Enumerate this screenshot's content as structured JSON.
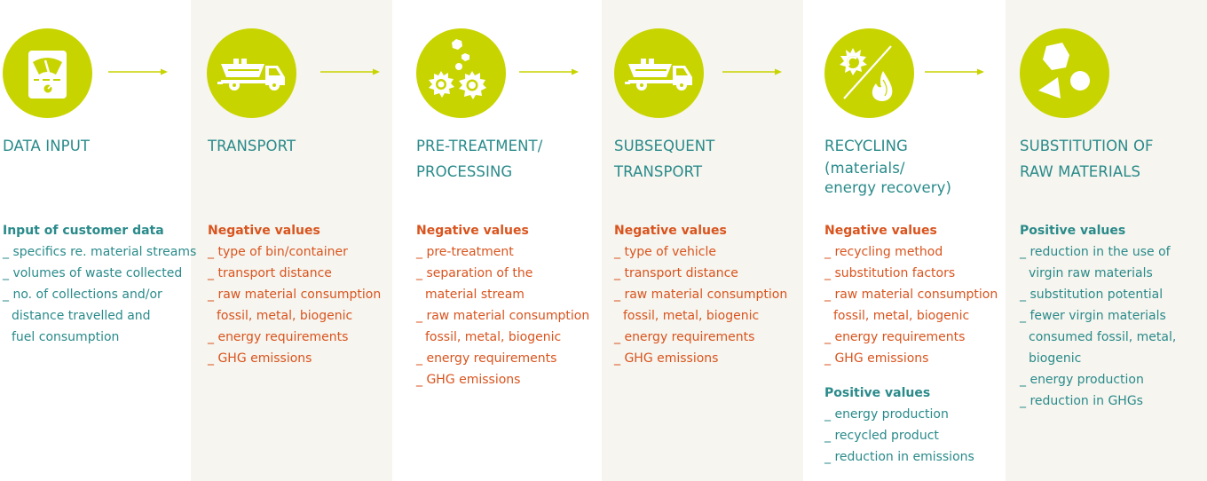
{
  "colors": {
    "accent_green": "#c8d400",
    "teal": "#2a8a8a",
    "orange": "#d9541e",
    "shaded_bg": "#f6f5ef"
  },
  "steps": [
    {
      "icon": "gauge-meter-icon",
      "title": [
        "DATA INPUT"
      ],
      "sections": [
        {
          "type": "pos",
          "heading": "Input of customer data",
          "items": [
            [
              "_ specifics re. material streams"
            ],
            [
              "_ volumes of waste collected"
            ],
            [
              "_ no. of collections and/or",
              "distance travelled and",
              "fuel consumption"
            ]
          ]
        }
      ]
    },
    {
      "icon": "skip-truck-icon",
      "title": [
        "TRANSPORT"
      ],
      "sections": [
        {
          "type": "neg",
          "heading": "Negative values",
          "items": [
            [
              "_ type of bin/container"
            ],
            [
              "_ transport distance"
            ],
            [
              "_ raw material consumption",
              "fossil, metal, biogenic"
            ],
            [
              "_ energy requirements"
            ],
            [
              "_ GHG emissions"
            ]
          ]
        }
      ]
    },
    {
      "icon": "gears-icon",
      "title": [
        "PRE-TREATMENT/",
        "PROCESSING"
      ],
      "sections": [
        {
          "type": "neg",
          "heading": "Negative values",
          "items": [
            [
              "_ pre-treatment"
            ],
            [
              "_ separation of the",
              "material stream"
            ],
            [
              "_ raw material consumption",
              "fossil, metal, biogenic"
            ],
            [
              "_ energy requirements"
            ],
            [
              "_ GHG emissions"
            ]
          ]
        }
      ]
    },
    {
      "icon": "skip-truck-icon",
      "title": [
        "SUBSEQUENT",
        "TRANSPORT"
      ],
      "sections": [
        {
          "type": "neg",
          "heading": "Negative values",
          "items": [
            [
              "_ type of vehicle"
            ],
            [
              "_ transport distance"
            ],
            [
              "_ raw material consumption",
              "fossil, metal, biogenic"
            ],
            [
              "_ energy requirements"
            ],
            [
              "_ GHG emissions"
            ]
          ]
        }
      ]
    },
    {
      "icon": "sun-flame-icon",
      "title": [
        "RECYCLING"
      ],
      "subtitle": [
        "(materials/",
        "energy recovery)"
      ],
      "sections": [
        {
          "type": "neg",
          "heading": "Negative values",
          "items": [
            [
              "_ recycling method"
            ],
            [
              "_ substitution factors"
            ],
            [
              "_ raw material consumption",
              "fossil, metal, biogenic"
            ],
            [
              "_ energy requirements"
            ],
            [
              "_ GHG emissions"
            ]
          ]
        },
        {
          "type": "pos",
          "heading": "Positive values",
          "items": [
            [
              "_ energy production"
            ],
            [
              "_ recycled product"
            ],
            [
              "_ reduction in emissions"
            ]
          ]
        }
      ]
    },
    {
      "icon": "shapes-icon",
      "title": [
        "SUBSTITUTION OF",
        "RAW MATERIALS"
      ],
      "sections": [
        {
          "type": "pos",
          "heading": "Positive values",
          "items": [
            [
              "_ reduction in the use of",
              "virgin raw materials"
            ],
            [
              "_ substitution potential"
            ],
            [
              "_ fewer virgin materials",
              "consumed fossil, metal,",
              "biogenic"
            ],
            [
              "_ energy production"
            ],
            [
              "_ reduction in GHGs"
            ]
          ]
        }
      ]
    }
  ]
}
